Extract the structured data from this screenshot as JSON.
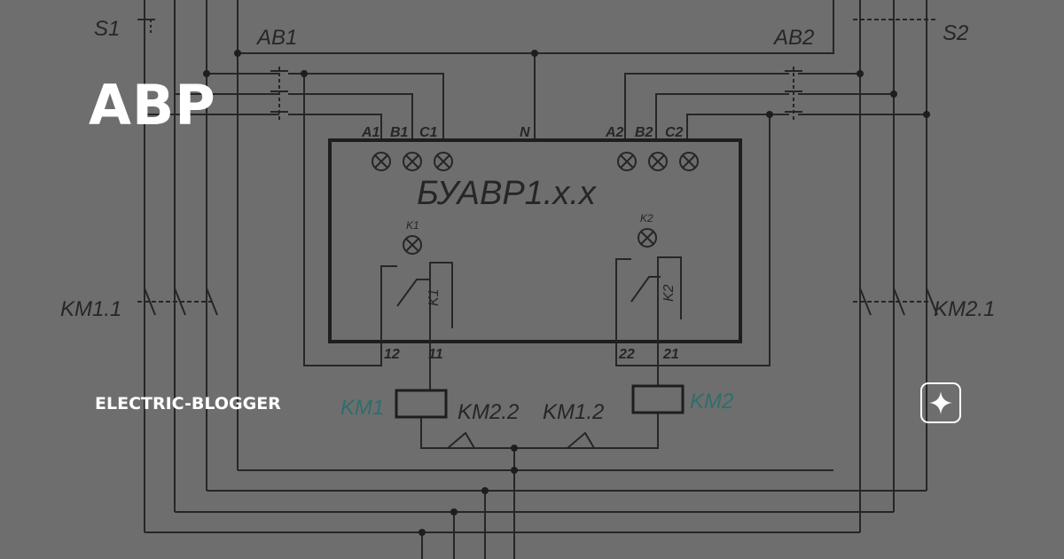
{
  "overlay": {
    "title": "АВР",
    "channel": "ELECTRIC-BLOGGER",
    "badge_icon": "sparkle-icon"
  },
  "diagram": {
    "labels": {
      "s1": "S1",
      "s2": "S2",
      "ab1": "AB1",
      "ab2": "AB2",
      "km11": "KM1.1",
      "km21": "KM2.1",
      "device_title": "БУАВР1.х.х",
      "a1": "A1",
      "b1": "B1",
      "c1": "C1",
      "n": "N",
      "a2": "A2",
      "b2": "B2",
      "c2": "C2",
      "k1": "K1",
      "k2": "K2",
      "k1_rot": "K1",
      "k2_rot": "K2",
      "t12": "12",
      "t11": "11",
      "t22": "22",
      "t21": "21",
      "km1": "KM1",
      "km2": "KM2",
      "km22": "KM2.2",
      "km12": "KM1.2"
    },
    "colors": {
      "background": "#6e6e6e",
      "line": "#262626",
      "coil_label": "#2e6e6c",
      "overlay_text": "#ffffff"
    }
  }
}
